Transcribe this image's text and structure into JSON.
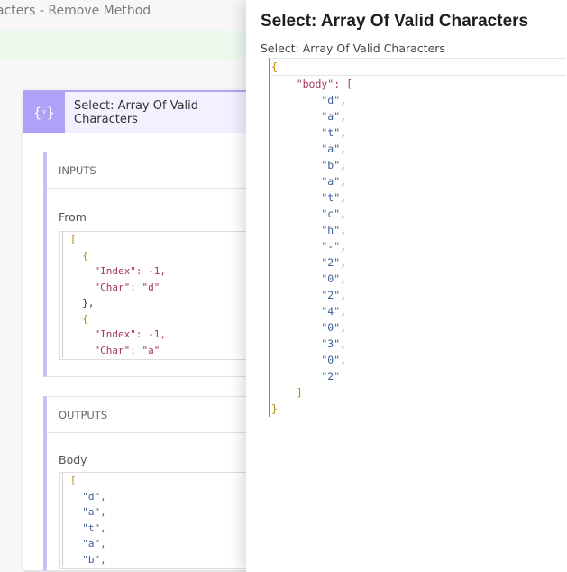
{
  "flow": {
    "title": "acters - Remove Method"
  },
  "card": {
    "icon": "select-filter-icon",
    "title": "Select: Array Of Valid Characters",
    "inputs": {
      "label": "INPUTS",
      "field_label": "From",
      "code_lines": [
        "[",
        "  {",
        "    \"Index\": -1,",
        "    \"Char\": \"d\"",
        "  },",
        "  {",
        "    \"Index\": -1,",
        "    \"Char\": \"a\""
      ]
    },
    "outputs": {
      "label": "OUTPUTS",
      "field_label": "Body",
      "code_lines": [
        "[",
        "  \"d\",",
        "  \"a\",",
        "  \"t\",",
        "  \"a\",",
        "  \"b\","
      ]
    }
  },
  "panel": {
    "title": "Select: Array Of Valid Characters",
    "subtitle": "Select: Array Of Valid Characters",
    "code_lines": [
      "{",
      "    \"body\": [",
      "        \"d\",",
      "        \"a\",",
      "        \"t\",",
      "        \"a\",",
      "        \"b\",",
      "        \"a\",",
      "        \"t\",",
      "        \"c\",",
      "        \"h\",",
      "        \"-\",",
      "        \"2\",",
      "        \"0\",",
      "        \"2\",",
      "        \"4\",",
      "        \"0\",",
      "        \"3\",",
      "        \"0\",",
      "        \"2\"",
      "    ]",
      "}"
    ]
  },
  "colors": {
    "accent": "#b0a0f8",
    "header_bg": "#f3f0ff",
    "key": "#a3365c",
    "string": "#3a5f9a"
  }
}
